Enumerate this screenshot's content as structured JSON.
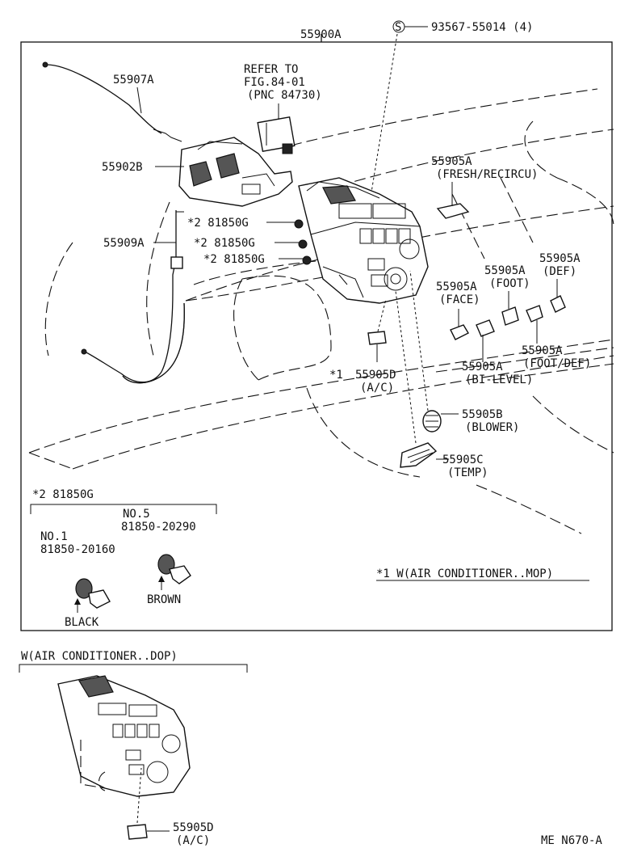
{
  "labels": {
    "assembly": "55900A",
    "screw": "93567-55014 (4)",
    "screw_symbol": "S",
    "cable": "55907A",
    "refer_line1": "REFER TO",
    "refer_line2": "FIG.84-01",
    "refer_line3": "(PNC 84730)",
    "control_unit": "55902B",
    "fresh_part": "55905A",
    "fresh_desc": "(FRESH/RECIRCU)",
    "wire": "55909A",
    "bulb1": "*2 81850G",
    "bulb2": "*2 81850G",
    "bulb3": "*2 81850G",
    "def_part": "55905A",
    "def_desc": "(DEF)",
    "foot_part": "55905A",
    "foot_desc": "(FOOT)",
    "face_part": "55905A",
    "face_desc": "(FACE)",
    "footdef_part": "55905A",
    "footdef_desc": "(FOOT/DEF)",
    "bilevel_part": "55905A",
    "bilevel_desc": "(BI-LEVEL)",
    "note_marker": "*1",
    "ac_part": "55905D",
    "ac_desc": "(A/C)",
    "blower_part": "55905B",
    "blower_desc": "(BLOWER)",
    "temp_part": "55905C",
    "temp_desc": "(TEMP)"
  },
  "legend": {
    "title": "*2 81850G",
    "no5_label": "NO.5",
    "no5_part": "81850-20290",
    "no1_label": "NO.1",
    "no1_part": "81850-20160",
    "brown": "BROWN",
    "black": "BLACK"
  },
  "note": "*1 W(AIR CONDITIONER..MOP)",
  "inset": {
    "title": "W(AIR CONDITIONER..DOP)",
    "part": "55905D",
    "desc": "(A/C)"
  },
  "code": "ME N670-A"
}
